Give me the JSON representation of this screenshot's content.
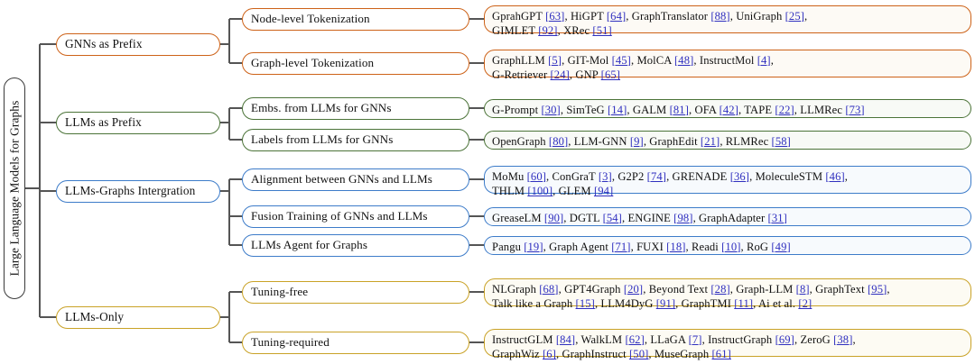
{
  "figure": {
    "type": "taxonomy-tree-diagram",
    "root": "Large Language Models for Graphs",
    "colors": {
      "gnns_as_prefix": "#cd6218",
      "llms_as_prefix": "#4b7338",
      "llms_graphs_integration": "#3d7cc9",
      "llms_only": "#c9a227",
      "edge": "#555555",
      "citation_link": "#2f2fbf",
      "text": "#111111",
      "background": "#ffffff"
    }
  },
  "branches": [
    {
      "id": "gnns-as-prefix",
      "label": "GNNs as Prefix",
      "color": "#cd6218",
      "children": [
        {
          "id": "node-level-tokenization",
          "label": "Node-level Tokenization",
          "leaf_lines": [
            [
              {
                "t": "GprahGPT "
              },
              {
                "c": "[63]"
              },
              {
                "t": ", HiGPT "
              },
              {
                "c": "[64]"
              },
              {
                "t": ", GraphTranslator "
              },
              {
                "c": "[88]"
              },
              {
                "t": ", UniGraph "
              },
              {
                "c": "[25]"
              },
              {
                "t": ","
              }
            ],
            [
              {
                "t": "GIMLET "
              },
              {
                "c": "[92]"
              },
              {
                "t": ", XRec "
              },
              {
                "c": "[51]"
              }
            ]
          ]
        },
        {
          "id": "graph-level-tokenization",
          "label": "Graph-level Tokenization",
          "leaf_lines": [
            [
              {
                "t": "GraphLLM "
              },
              {
                "c": "[5]"
              },
              {
                "t": ", GIT-Mol "
              },
              {
                "c": "[45]"
              },
              {
                "t": ", MolCA "
              },
              {
                "c": "[48]"
              },
              {
                "t": ", InstructMol "
              },
              {
                "c": "[4]"
              },
              {
                "t": ","
              }
            ],
            [
              {
                "t": "G-Retriever "
              },
              {
                "c": "[24]"
              },
              {
                "t": ", GNP "
              },
              {
                "c": "[65]"
              }
            ]
          ]
        }
      ]
    },
    {
      "id": "llms-as-prefix",
      "label": "LLMs as Prefix",
      "color": "#4b7338",
      "children": [
        {
          "id": "embs-from-llms-for-gnns",
          "label": "Embs. from LLMs for GNNs",
          "leaf_lines": [
            [
              {
                "t": "G-Prompt "
              },
              {
                "c": "[30]"
              },
              {
                "t": ", SimTeG "
              },
              {
                "c": "[14]"
              },
              {
                "t": ", GALM "
              },
              {
                "c": "[81]"
              },
              {
                "t": ", OFA "
              },
              {
                "c": "[42]"
              },
              {
                "t": ", TAPE "
              },
              {
                "c": "[22]"
              },
              {
                "t": ", LLMRec "
              },
              {
                "c": "[73]"
              }
            ]
          ]
        },
        {
          "id": "labels-from-llms-for-gnns",
          "label": "Labels from LLMs for GNNs",
          "leaf_lines": [
            [
              {
                "t": "OpenGraph "
              },
              {
                "c": "[80]"
              },
              {
                "t": ", LLM-GNN "
              },
              {
                "c": "[9]"
              },
              {
                "t": ", GraphEdit "
              },
              {
                "c": "[21]"
              },
              {
                "t": ", RLMRec "
              },
              {
                "c": "[58]"
              }
            ]
          ]
        }
      ]
    },
    {
      "id": "llms-graphs-intergration",
      "label": "LLMs-Graphs Intergration",
      "color": "#3d7cc9",
      "children": [
        {
          "id": "alignment-between-gnns-and-llms",
          "label": "Alignment between GNNs and LLMs",
          "leaf_lines": [
            [
              {
                "t": "MoMu "
              },
              {
                "c": "[60]"
              },
              {
                "t": ", ConGraT "
              },
              {
                "c": "[3]"
              },
              {
                "t": ", G2P2 "
              },
              {
                "c": "[74]"
              },
              {
                "t": ", GRENADE "
              },
              {
                "c": "[36]"
              },
              {
                "t": ", MoleculeSTM "
              },
              {
                "c": "[46]"
              },
              {
                "t": ","
              }
            ],
            [
              {
                "t": "THLM "
              },
              {
                "c": "[100]"
              },
              {
                "t": ", GLEM "
              },
              {
                "c": "[94]"
              }
            ]
          ]
        },
        {
          "id": "fusion-training-of-gnns-and-llms",
          "label": "Fusion Training of GNNs and LLMs",
          "leaf_lines": [
            [
              {
                "t": "GreaseLM "
              },
              {
                "c": "[90]"
              },
              {
                "t": ", DGTL "
              },
              {
                "c": "[54]"
              },
              {
                "t": ", ENGINE "
              },
              {
                "c": "[98]"
              },
              {
                "t": ", GraphAdapter "
              },
              {
                "c": "[31]"
              }
            ]
          ]
        },
        {
          "id": "llms-agent-for-graphs",
          "label": "LLMs Agent for Graphs",
          "leaf_lines": [
            [
              {
                "t": "Pangu "
              },
              {
                "c": "[19]"
              },
              {
                "t": ", Graph Agent "
              },
              {
                "c": "[71]"
              },
              {
                "t": ", FUXI "
              },
              {
                "c": "[18]"
              },
              {
                "t": ", Readi "
              },
              {
                "c": "[10]"
              },
              {
                "t": ", RoG "
              },
              {
                "c": "[49]"
              }
            ]
          ]
        }
      ]
    },
    {
      "id": "llms-only",
      "label": "LLMs-Only",
      "color": "#c9a227",
      "children": [
        {
          "id": "tuning-free",
          "label": "Tuning-free",
          "leaf_lines": [
            [
              {
                "t": "NLGraph "
              },
              {
                "c": "[68]"
              },
              {
                "t": ", GPT4Graph "
              },
              {
                "c": "[20]"
              },
              {
                "t": ", Beyond Text "
              },
              {
                "c": "[28]"
              },
              {
                "t": ", Graph-LLM "
              },
              {
                "c": "[8]"
              },
              {
                "t": ", GraphText "
              },
              {
                "c": "[95]"
              },
              {
                "t": ","
              }
            ],
            [
              {
                "t": "Talk like a Graph "
              },
              {
                "c": "[15]"
              },
              {
                "t": ", LLM4DyG "
              },
              {
                "c": "[91]"
              },
              {
                "t": ", GraphTMI "
              },
              {
                "c": "[11]"
              },
              {
                "t": ", Ai et al. "
              },
              {
                "c": "[2]"
              }
            ]
          ]
        },
        {
          "id": "tuning-required",
          "label": "Tuning-required",
          "leaf_lines": [
            [
              {
                "t": "InstructGLM "
              },
              {
                "c": "[84]"
              },
              {
                "t": ", WalkLM "
              },
              {
                "c": "[62]"
              },
              {
                "t": ", LLaGA "
              },
              {
                "c": "[7]"
              },
              {
                "t": ", InstructGraph "
              },
              {
                "c": "[69]"
              },
              {
                "t": ", ZeroG "
              },
              {
                "c": "[38]"
              },
              {
                "t": ","
              }
            ],
            [
              {
                "t": "GraphWiz "
              },
              {
                "c": "[6]"
              },
              {
                "t": ", GraphInstruct "
              },
              {
                "c": "[50]"
              },
              {
                "t": ", MuseGraph "
              },
              {
                "c": "[61]"
              }
            ]
          ]
        }
      ]
    }
  ]
}
